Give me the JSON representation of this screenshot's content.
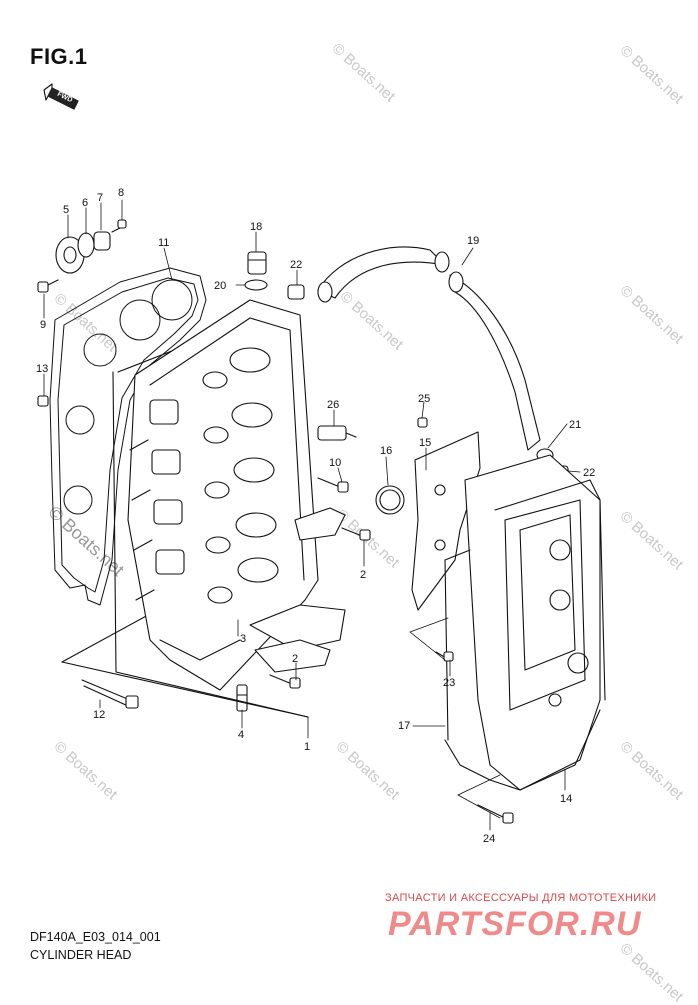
{
  "figure": {
    "title": "FIG.1",
    "fwd_label": "FWD"
  },
  "footer": {
    "code": "DF140A_E03_014_001",
    "title": "CYLINDER HEAD"
  },
  "watermark": {
    "text": "© Boats.net"
  },
  "promo": {
    "line1": "ЗАПЧАСТИ И АКСЕССУАРЫ ДЛЯ МОТОТЕХНИКИ",
    "brand": "PARTSFOR.RU"
  },
  "callouts": [
    {
      "id": "c1",
      "label": "1"
    },
    {
      "id": "c2a",
      "label": "2"
    },
    {
      "id": "c2b",
      "label": "2"
    },
    {
      "id": "c3",
      "label": "3"
    },
    {
      "id": "c4",
      "label": "4"
    },
    {
      "id": "c5",
      "label": "5"
    },
    {
      "id": "c6",
      "label": "6"
    },
    {
      "id": "c7",
      "label": "7"
    },
    {
      "id": "c8",
      "label": "8"
    },
    {
      "id": "c9",
      "label": "9"
    },
    {
      "id": "c10",
      "label": "10"
    },
    {
      "id": "c11",
      "label": "11"
    },
    {
      "id": "c12",
      "label": "12"
    },
    {
      "id": "c13",
      "label": "13"
    },
    {
      "id": "c14",
      "label": "14"
    },
    {
      "id": "c15",
      "label": "15"
    },
    {
      "id": "c16",
      "label": "16"
    },
    {
      "id": "c17",
      "label": "17"
    },
    {
      "id": "c18",
      "label": "18"
    },
    {
      "id": "c19",
      "label": "19"
    },
    {
      "id": "c20",
      "label": "20"
    },
    {
      "id": "c21",
      "label": "21"
    },
    {
      "id": "c22a",
      "label": "22"
    },
    {
      "id": "c22b",
      "label": "22"
    },
    {
      "id": "c23",
      "label": "23"
    },
    {
      "id": "c24",
      "label": "24"
    },
    {
      "id": "c25",
      "label": "25"
    },
    {
      "id": "c26",
      "label": "26"
    }
  ]
}
